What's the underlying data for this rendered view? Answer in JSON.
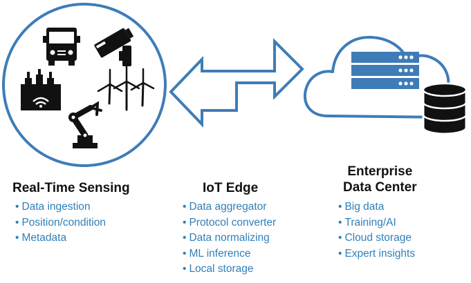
{
  "colors": {
    "accent_blue": "#3e7cb8",
    "text_blue": "#2e7fb8",
    "icon_dark": "#111111",
    "title_dark": "#111111",
    "background": "#ffffff"
  },
  "icons": {
    "sensing": [
      "truck-icon",
      "security-camera-icon",
      "factory-icon",
      "wind-turbines-icon",
      "robot-arm-icon"
    ],
    "edge": [
      "bidirectional-arrow-icon"
    ],
    "enterprise": [
      "cloud-icon",
      "server-rack-icon",
      "database-icon"
    ]
  },
  "sections": {
    "sensing": {
      "title": "Real-Time Sensing",
      "items": [
        "Data ingestion",
        "Position/condition",
        "Metadata"
      ]
    },
    "edge": {
      "title": "IoT Edge",
      "items": [
        "Data aggregator",
        "Protocol converter",
        "Data normalizing",
        "ML inference",
        "Local storage"
      ]
    },
    "enterprise": {
      "title_line1": "Enterprise",
      "title_line2": "Data Center",
      "items": [
        "Big data",
        "Training/AI",
        "Cloud storage",
        "Expert insights"
      ]
    }
  }
}
